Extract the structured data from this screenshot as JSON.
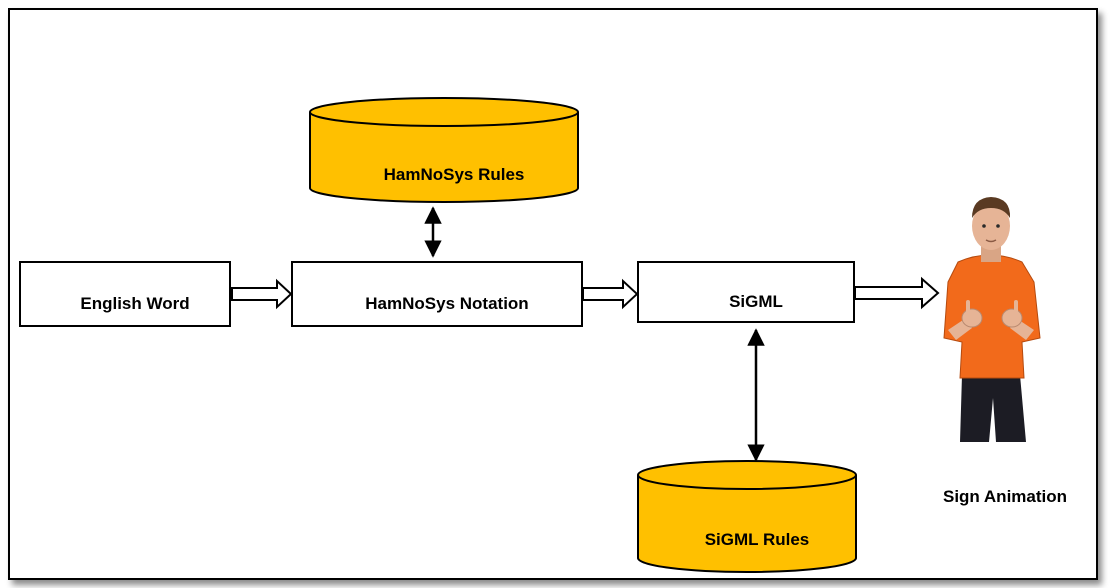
{
  "diagram": {
    "nodes": {
      "english_word": "English Word",
      "hamnosys_notation": "HamNoSys Notation",
      "sigml": "SiGML",
      "hamnosys_rules": "HamNoSys Rules",
      "sigml_rules": "SiGML Rules",
      "sign_animation": "Sign Animation"
    },
    "edges": [
      {
        "from": "english_word",
        "to": "hamnosys_notation",
        "style": "block-arrow"
      },
      {
        "from": "hamnosys_notation",
        "to": "sigml",
        "style": "block-arrow"
      },
      {
        "from": "sigml",
        "to": "sign_animation",
        "style": "block-arrow"
      },
      {
        "from": "hamnosys_rules",
        "to": "hamnosys_notation",
        "style": "double-headed"
      },
      {
        "from": "sigml_rules",
        "to": "sigml",
        "style": "double-headed"
      }
    ],
    "colors": {
      "database_fill": "#FFC000",
      "border": "#000000",
      "avatar_shirt": "#F26A1B",
      "avatar_pants": "#1c1c24",
      "avatar_skin": "#E6B496"
    }
  }
}
